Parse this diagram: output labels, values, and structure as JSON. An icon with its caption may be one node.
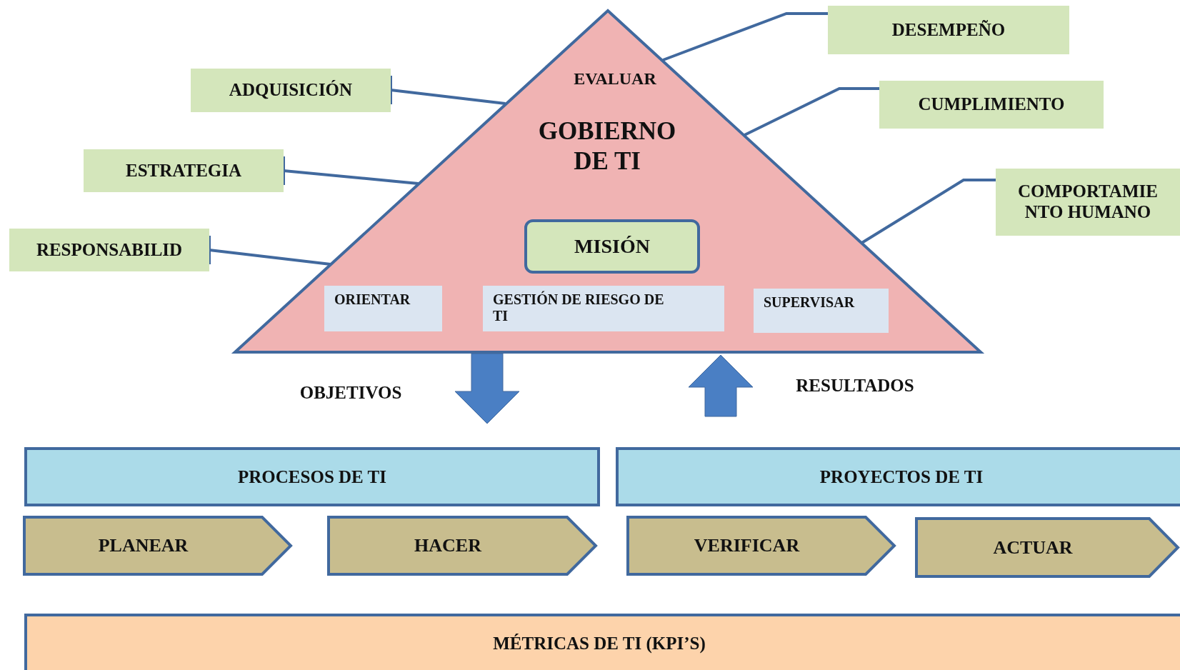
{
  "diagram": {
    "nodes": [
      {
        "text": [
          "EVALUAR",
          "GOBIERNO DE TI"
        ]
      },
      {
        "text": [
          "MISIÓN"
        ],
        "in": 0
      },
      {
        "text": [
          "ORIENTAR"
        ],
        "in": 0
      },
      {
        "text": [
          "GESTIÓN DE RIESGO DE TI"
        ],
        "in": 0
      },
      {
        "text": [
          "SUPERVISAR"
        ],
        "in": 0
      },
      {
        "text": [
          "ADQUISICIÓN"
        ]
      },
      {
        "text": [
          "ESTRATEGIA"
        ]
      },
      {
        "text": [
          "RESPONSABILID"
        ]
      },
      {
        "text": [
          "DESEMPEÑO"
        ]
      },
      {
        "text": [
          "CUMPLIMIENTO"
        ]
      },
      {
        "text": [
          "COMPORTAMIE NTO HUMANO"
        ]
      },
      {
        "text": [
          "PROCESOS DE TI"
        ]
      },
      {
        "text": [
          "PROYECTOS DE TI"
        ]
      },
      {
        "text": [
          "PLANEAR"
        ]
      },
      {
        "text": [
          "HACER"
        ]
      },
      {
        "text": [
          "VERIFICAR"
        ]
      },
      {
        "text": [
          "ACTUAR"
        ]
      },
      {
        "text": [
          "MÉTRICAS DE TI (KPI’S)"
        ]
      }
    ],
    "edges": [
      {
        "from": 5,
        "to": 0,
        "arrow": "other"
      },
      {
        "from": 6,
        "to": 0,
        "arrow": "other"
      },
      {
        "from": 7,
        "to": 0,
        "arrow": "other"
      },
      {
        "from": 8,
        "to": 0,
        "arrow": "none"
      },
      {
        "from": 9,
        "to": 0,
        "arrow": "none"
      },
      {
        "from": 10,
        "to": 0,
        "arrow": "none"
      },
      {
        "from": 0,
        "to": 11,
        "arrow": "to",
        "label": "OBJETIVOS",
        "style": "thick"
      },
      {
        "from": 12,
        "to": 0,
        "arrow": "to",
        "label": "RESULTADOS",
        "style": "thick"
      }
    ]
  }
}
